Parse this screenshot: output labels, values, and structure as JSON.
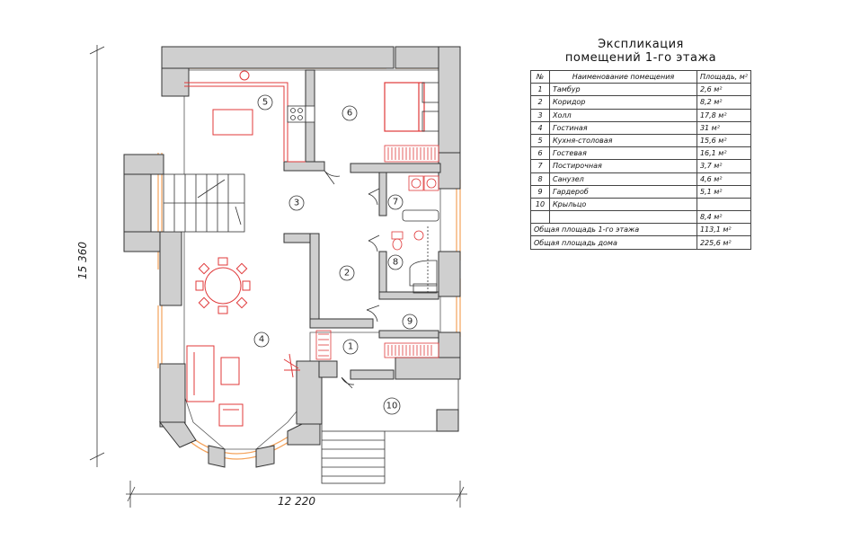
{
  "explication": {
    "title_line1": "Экспликация",
    "title_line2": "помещений 1-го этажа",
    "headers": {
      "no": "№",
      "name": "Наименование помещения",
      "area": "Площадь, м²"
    },
    "rooms": [
      {
        "no": "1",
        "name": "Тамбур",
        "area": "2,6 м²"
      },
      {
        "no": "2",
        "name": "Коридор",
        "area": "8,2 м²"
      },
      {
        "no": "3",
        "name": "Холл",
        "area": "17,8 м²"
      },
      {
        "no": "4",
        "name": "Гостиная",
        "area": "31 м²"
      },
      {
        "no": "5",
        "name": "Кухня-столовая",
        "area": "15,6 м²"
      },
      {
        "no": "6",
        "name": "Гостевая",
        "area": "16,1 м²"
      },
      {
        "no": "7",
        "name": "Постирочная",
        "area": "3,7 м²"
      },
      {
        "no": "8",
        "name": "Санузел",
        "area": "4,6 м²"
      },
      {
        "no": "9",
        "name": "Гардероб",
        "area": "5,1 м²"
      },
      {
        "no": "10",
        "name": "Крыльцо",
        "area": ""
      }
    ],
    "porch_area": "8,4 м²",
    "total_floor_label": "Общая площадь 1-го этажа",
    "total_floor_value": "113,1 м²",
    "total_house_label": "Общая площадь дома",
    "total_house_value": "225,6 м²"
  },
  "plan": {
    "width_dim": "12 220",
    "height_dim": "15 360",
    "room_labels": [
      "1",
      "2",
      "3",
      "4",
      "5",
      "6",
      "7",
      "8",
      "9",
      "10"
    ]
  }
}
